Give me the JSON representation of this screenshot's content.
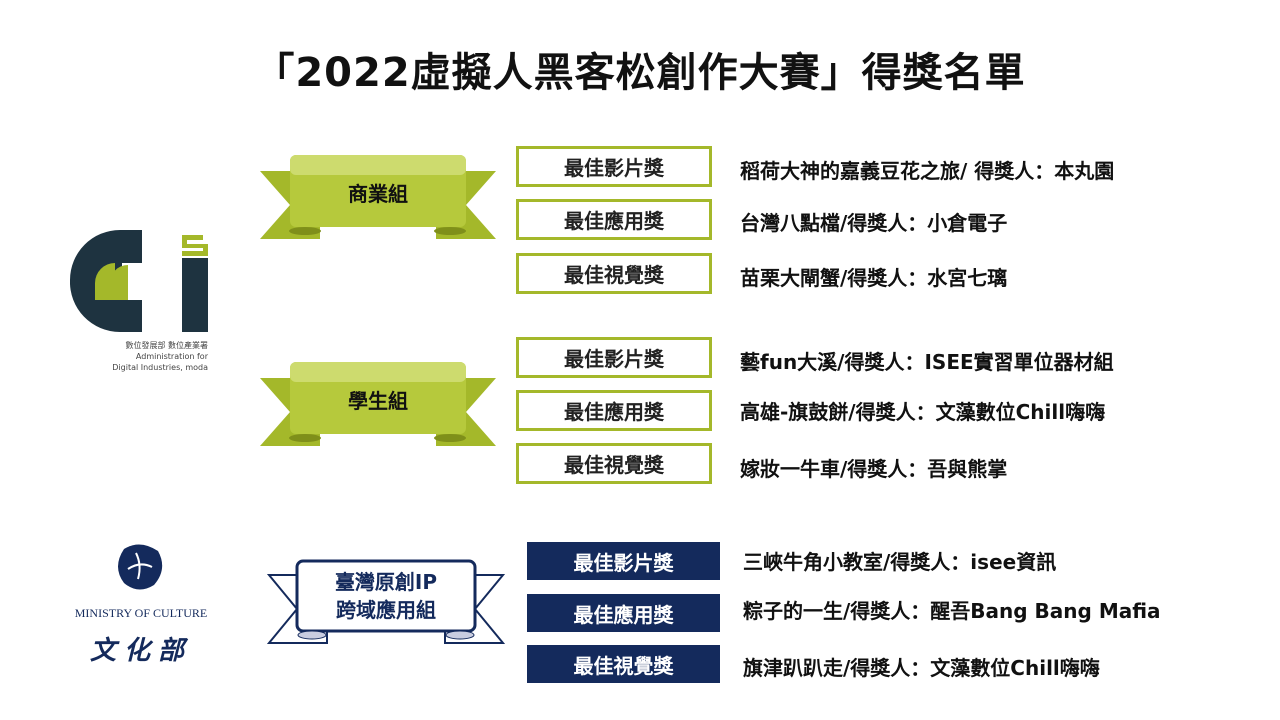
{
  "title": "「2022虛擬人黑客松創作大賽」得獎名單",
  "logos": {
    "adi": {
      "line1": "數位發展部 數位產業署",
      "line2": "Administration for",
      "line3": "Digital Industries, moda"
    },
    "moc": {
      "en": "MINISTRY OF CULTURE",
      "zh": "文化部"
    }
  },
  "colors": {
    "green": "#a4b82a",
    "navy": "#142a5c"
  },
  "groups": [
    {
      "name": "商業組",
      "awards": [
        {
          "award": "最佳影片獎",
          "winner": "稻荷大神的嘉義豆花之旅/ 得獎人：本丸園"
        },
        {
          "award": "最佳應用獎",
          "winner": "台灣八點檔/得獎人：小倉電子"
        },
        {
          "award": "最佳視覺獎",
          "winner": "苗栗大閘蟹/得獎人：水宮七璃"
        }
      ]
    },
    {
      "name": "學生組",
      "awards": [
        {
          "award": "最佳影片獎",
          "winner": "藝fun大溪/得獎人：ISEE實習單位器材組"
        },
        {
          "award": "最佳應用獎",
          "winner": "高雄-旗鼓餅/得獎人：文藻數位Chill嗨嗨"
        },
        {
          "award": "最佳視覺獎",
          "winner": "嫁妝一牛車/得獎人：吾與熊掌"
        }
      ]
    },
    {
      "name_line1": "臺灣原創IP",
      "name_line2": "跨域應用組",
      "awards": [
        {
          "award": "最佳影片獎",
          "winner": "三峽牛角小教室/得獎人：isee資訊"
        },
        {
          "award": "最佳應用獎",
          "winner": "粽子的一生/得獎人：醒吾Bang Bang Mafia"
        },
        {
          "award": "最佳視覺獎",
          "winner": "旗津趴趴走/得獎人：文藻數位Chill嗨嗨"
        }
      ]
    }
  ]
}
